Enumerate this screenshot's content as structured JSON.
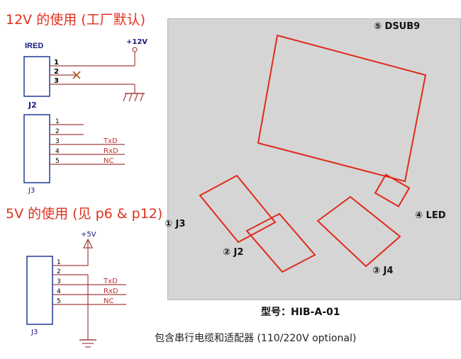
{
  "section1": {
    "title": "12V 的使用 (工厂默认)",
    "ired_label": "IRED",
    "power_label": "+12V",
    "j2_pins": [
      "1",
      "2",
      "3"
    ],
    "j2_label": "J2",
    "j3_pins": [
      "1",
      "2",
      "3",
      "4",
      "5"
    ],
    "j3_signals": [
      "TxD",
      "RxD",
      "NC"
    ],
    "j3_label": "J3"
  },
  "section2": {
    "title": "5V 的使用 (见 p6 & p12)",
    "power_label": "+5V",
    "j3_pins": [
      "1",
      "2",
      "3",
      "4",
      "5"
    ],
    "j3_signals": [
      "TxD",
      "RxD",
      "NC"
    ],
    "j3_label": "J3"
  },
  "photo": {
    "callouts": {
      "j3": "① J3",
      "j2": "② J2",
      "j4": "③ J4",
      "led": "④ LED",
      "dsub9": "⑤ DSUB9"
    },
    "model": "型号：HIB-A-01",
    "caption": "包含串行电缆和适配器 (110/220V optional)"
  }
}
